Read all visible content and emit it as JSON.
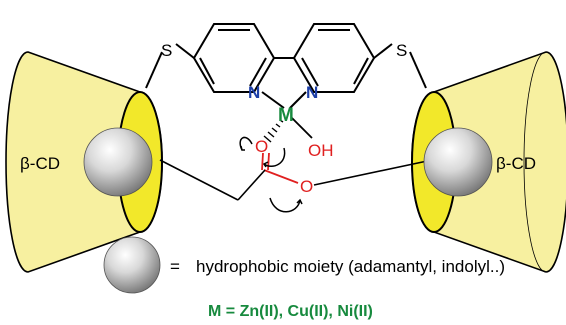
{
  "figure": {
    "left_host": "β-CD",
    "right_host": "β-CD",
    "linker_left": "S",
    "linker_right": "S",
    "nitrogen_left": "N",
    "nitrogen_right": "N",
    "metal": "M",
    "carbonyl_oxygen": "O",
    "hydroxide": "OH",
    "ester_oxygen": "O",
    "legend_symbol": "=",
    "legend_text": "hydrophobic moiety (adamantyl, indolyl..)",
    "metal_definition": "M = Zn(II), Cu(II), Ni(II)"
  },
  "colors": {
    "cone_fill": "#f7f0a0",
    "cone_rim": "#f2e82a",
    "bond": "#000000",
    "nitrogen": "#1d3fa8",
    "metal": "#178a3e",
    "oxygen": "#e02020",
    "sphere": "#b8b8b8"
  }
}
